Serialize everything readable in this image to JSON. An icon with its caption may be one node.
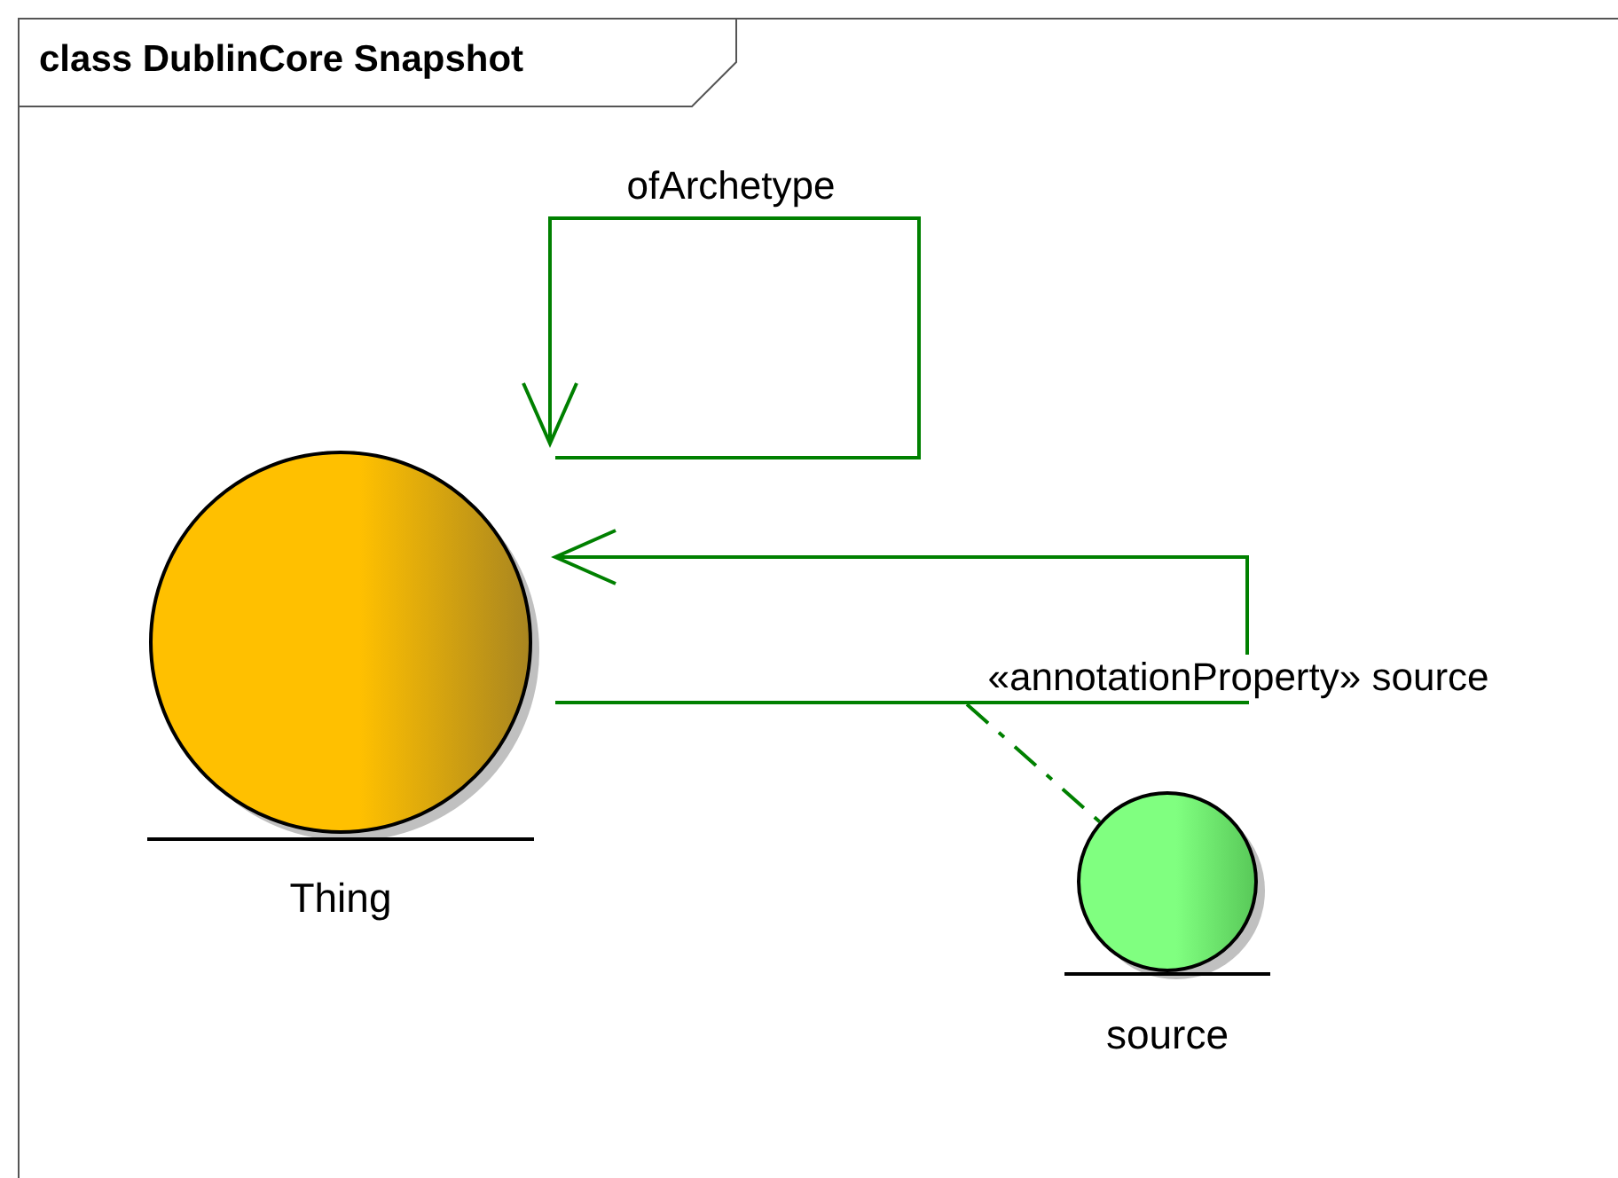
{
  "diagram": {
    "title": "class DublinCore Snapshot",
    "nodes": [
      {
        "text": [
          "Thing"
        ]
      },
      {
        "text": [
          "source"
        ]
      }
    ],
    "edges": [
      {
        "from": 0,
        "to": 0,
        "arrow": "to",
        "label": "ofArchetype"
      },
      {
        "from": 0,
        "to": 0,
        "arrow": "to",
        "label": "«annotationProperty» source"
      },
      {
        "from": null,
        "to": 1,
        "arrow": "none",
        "style": "dashed"
      }
    ]
  }
}
